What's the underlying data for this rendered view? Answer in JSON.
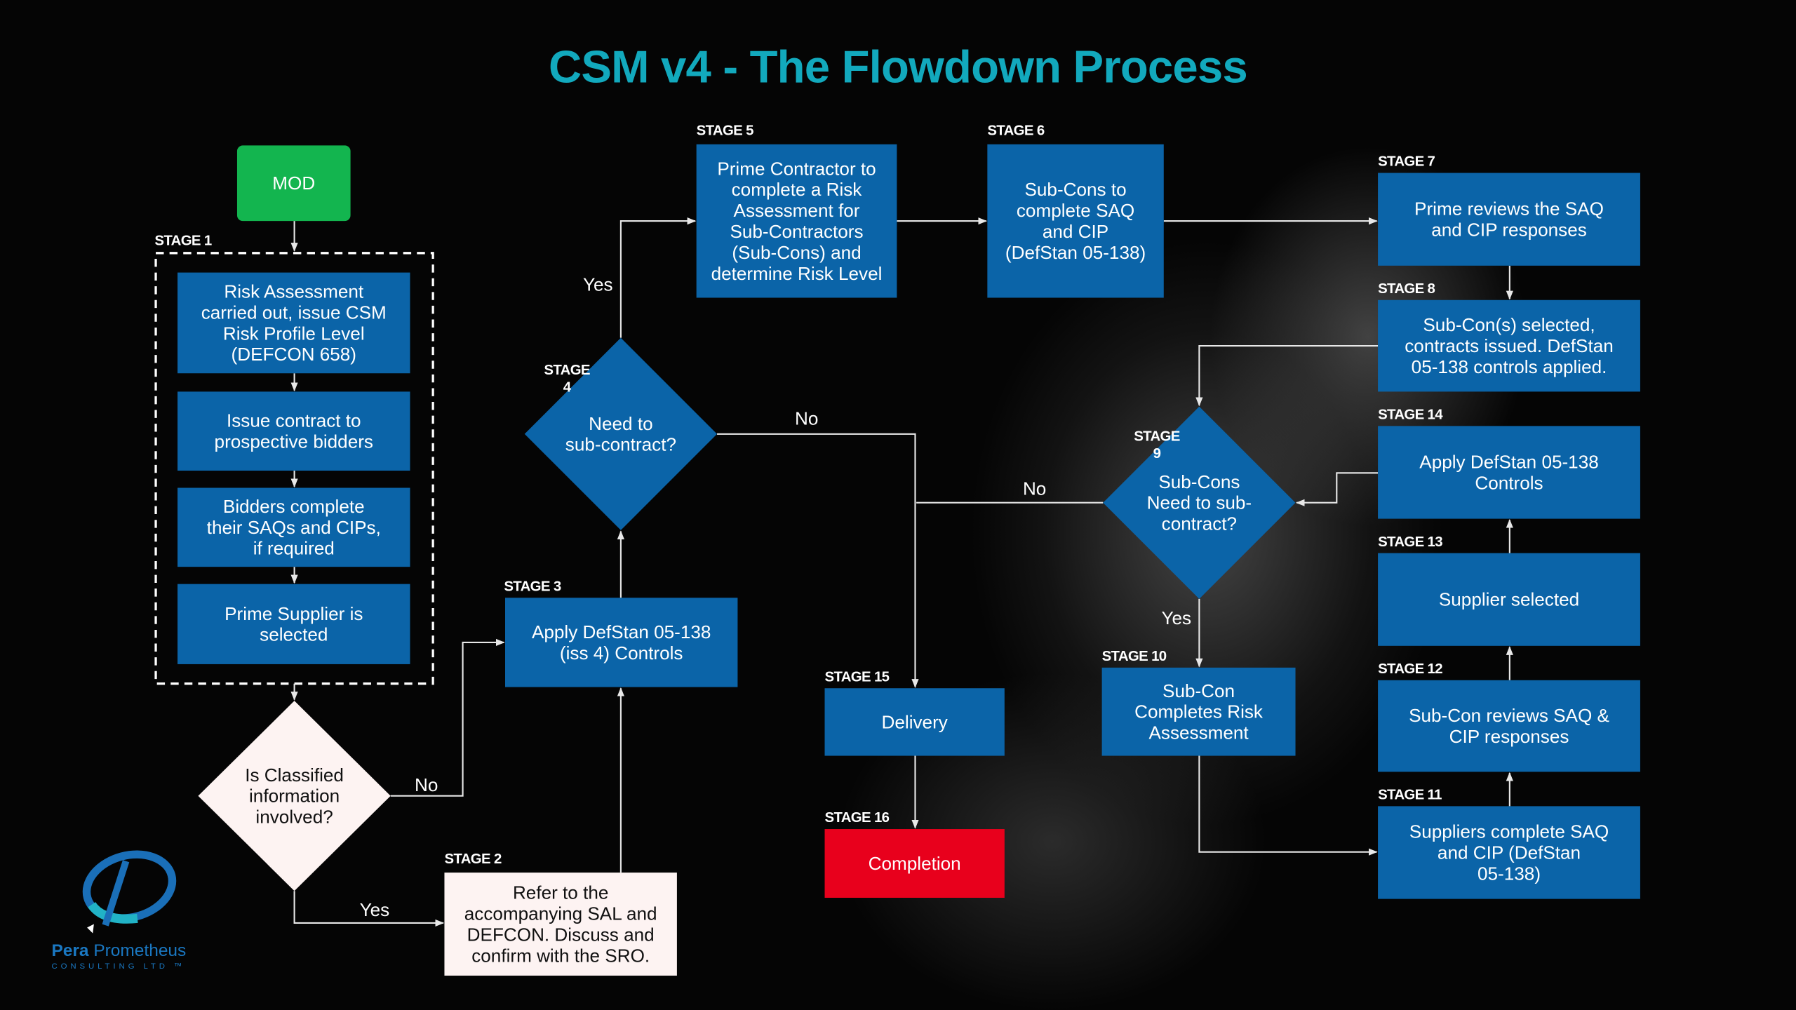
{
  "title": "CSM v4 - The Flowdown Process",
  "colors": {
    "title": "#12a9bd",
    "process": "#0b64a8",
    "start": "#13b54f",
    "end": "#e8001c",
    "decision_light": "#fdf3f2"
  },
  "logo": {
    "name_bold": "Pera",
    "name_light": "Prometheus",
    "tagline": "CONSULTING LTD ™"
  },
  "nodes": {
    "mod": {
      "lines": [
        "MOD"
      ]
    },
    "s1a": {
      "stage": [
        "STAGE 1"
      ],
      "lines": [
        "Risk Assessment",
        "carried out, issue CSM",
        "Risk Profile Level",
        "(DEFCON 658)"
      ]
    },
    "s1b": {
      "lines": [
        "Issue contract to",
        "prospective bidders"
      ]
    },
    "s1c": {
      "lines": [
        "Bidders complete",
        "their SAQs and CIPs,",
        "if required"
      ]
    },
    "s1d": {
      "lines": [
        "Prime Supplier is",
        "selected"
      ]
    },
    "d1": {
      "lines": [
        "Is Classified",
        "information",
        "involved?"
      ]
    },
    "s2": {
      "stage": [
        "STAGE 2"
      ],
      "lines": [
        "Refer to the",
        "accompanying SAL and",
        "DEFCON. Discuss and",
        "confirm with the SRO."
      ]
    },
    "s3": {
      "stage": [
        "STAGE 3"
      ],
      "lines": [
        "Apply DefStan 05-138",
        "(iss 4) Controls"
      ]
    },
    "s4": {
      "stage": [
        "STAGE",
        "4"
      ],
      "lines": [
        "Need to",
        "sub-contract?"
      ]
    },
    "s5": {
      "stage": [
        "STAGE 5"
      ],
      "lines": [
        "Prime Contractor to",
        "complete a Risk",
        "Assessment for",
        "Sub-Contractors",
        "(Sub-Cons) and",
        "determine Risk Level"
      ]
    },
    "s6": {
      "stage": [
        "STAGE 6"
      ],
      "lines": [
        "Sub-Cons to",
        "complete SAQ",
        "and CIP",
        "(DefStan 05-138)"
      ]
    },
    "s7": {
      "stage": [
        "STAGE 7"
      ],
      "lines": [
        "Prime reviews the SAQ",
        "and CIP responses"
      ]
    },
    "s8": {
      "stage": [
        "STAGE 8"
      ],
      "lines": [
        "Sub-Con(s) selected,",
        "contracts issued. DefStan",
        "05-138 controls applied."
      ]
    },
    "s9": {
      "stage": [
        "STAGE",
        "9"
      ],
      "lines": [
        "Sub-Cons",
        "Need to sub-",
        "contract?"
      ]
    },
    "s10": {
      "stage": [
        "STAGE 10"
      ],
      "lines": [
        "Sub-Con",
        "Completes Risk",
        "Assessment"
      ]
    },
    "s11": {
      "stage": [
        "STAGE 11"
      ],
      "lines": [
        "Suppliers complete SAQ",
        "and CIP (DefStan",
        "05-138)"
      ]
    },
    "s12": {
      "stage": [
        "STAGE 12"
      ],
      "lines": [
        "Sub-Con reviews SAQ &",
        "CIP responses"
      ]
    },
    "s13": {
      "stage": [
        "STAGE 13"
      ],
      "lines": [
        "Supplier selected"
      ]
    },
    "s14": {
      "stage": [
        "STAGE 14"
      ],
      "lines": [
        "Apply DefStan 05-138",
        "Controls"
      ]
    },
    "s15": {
      "stage": [
        "STAGE 15"
      ],
      "lines": [
        "Delivery"
      ]
    },
    "s16": {
      "stage": [
        "STAGE 16"
      ],
      "lines": [
        "Completion"
      ]
    }
  },
  "edge_labels": {
    "d1_no": "No",
    "d1_yes": "Yes",
    "s4_yes": "Yes",
    "s4_no": "No",
    "s9_no": "No",
    "s9_yes": "Yes"
  }
}
